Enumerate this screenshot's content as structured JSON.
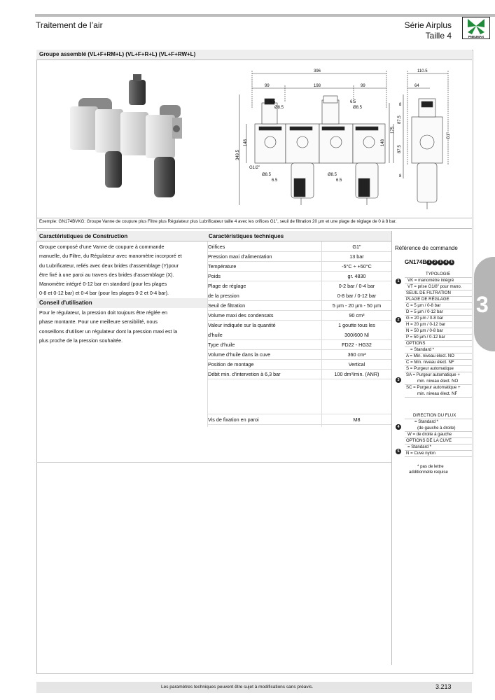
{
  "header": {
    "left_title": "Traitement de l’air",
    "serie": "Série Airplus",
    "taille": "Taille 4",
    "logo_text": "PNEUMAX"
  },
  "section_title": "Groupe assemblé (VL+F+RM+L) (VL+F+R+L) (VL+F+RW+L)",
  "drawing": {
    "front": {
      "d396": "396",
      "d99a": "99",
      "d198": "198",
      "d99b": "99",
      "d65a": "6.5",
      "d85a": "Ø8.5",
      "d65b": "6.5",
      "d85b": "Ø8.5",
      "d3495": "349.5",
      "d148a": "148",
      "d148b": "148",
      "d175": "175",
      "g12": "G1/2\"",
      "d85c": "Ø8.5",
      "d65c": "6.5",
      "d85d": "Ø8.5",
      "d65d": "6.5"
    },
    "side": {
      "d1105": "110.5",
      "d64": "64",
      "d8a": "8",
      "d875a": "87.5",
      "d875b": "87.5",
      "g1": "G1\"",
      "d8b": "8"
    }
  },
  "example": "Exemple: GN174BVKG: Groupe Vanne de coupure plus Filtre plus Régulateur plus Lubrificateur taille 4 avec les orifices G1\", seuil de filtration 20 µm et une plage de réglage de 0 à 8 bar.",
  "construction": {
    "title": "Caractéristiques de Construction",
    "lines": [
      "Groupe composé d’une Vanne de coupure à commande",
      "manuelle, du Filtre, du Régulateur avec manomètre incorporé et",
      "du Lubrificateur, reliés avec deux brides d’assemblage (Y)pour",
      "être fixé à une paroi au travers des brides d’assemblage (X).",
      "Manomètre intégré 0-12 bar en standard (pour les plages",
      "0-8 et 0-12 bar) et 0-4 bar (pour les plages 0-2 et 0-4 bar)."
    ]
  },
  "conseil": {
    "title": "Conseil d'utilisation",
    "lines": [
      "Pour le régulateur, la pression doit toujours être réglée en",
      "phase montante. Pour une meilleure sensibilité, nous",
      "conseillons d'utiliser un régulateur dont la pression maxi est la",
      "plus proche de la pression souhaitée."
    ]
  },
  "tech": {
    "title": "Caractéristiques techniques",
    "rows": [
      {
        "k": "Orifices",
        "v": "G1\""
      },
      {
        "k": "Pression maxi d’alimentation",
        "v": "13 bar"
      },
      {
        "k": "Température",
        "v": "-5°C ÷ +50°C"
      },
      {
        "k": "Poids",
        "v": "gr. 4830"
      },
      {
        "k": "Plage de réglage",
        "v": "0-2 bar / 0-4 bar"
      },
      {
        "k": "de la pression",
        "v": "0-8 bar / 0-12 bar"
      },
      {
        "k": "Seuil de filtration",
        "v": "5 µm - 20 µm - 50 µm"
      },
      {
        "k": "Volume maxi des condensats",
        "v": "90 cm³"
      },
      {
        "k": "Valeur indiquée sur la quantité",
        "v": "1 goutte tous les"
      },
      {
        "k": "d’huile",
        "v": "300/600 Nl"
      },
      {
        "k": "Type d’huile",
        "v": "FD22 - HG32"
      },
      {
        "k": "Volume d’huile dans la cuve",
        "v": "360 cm³"
      },
      {
        "k": "Position de montage",
        "v": "Vertical"
      },
      {
        "k": "Débit min. d’intervetion à 6,3 bar",
        "v": "100 dm³/min. (ANR)"
      },
      {
        "k": "Vis de fixation en paroi",
        "v": "M8"
      }
    ]
  },
  "reference": {
    "title": "Référence de commande",
    "code": "GN174B",
    "code_bullets": [
      "1",
      "2",
      "3",
      "4",
      "5"
    ],
    "groups": [
      {
        "bullet": "1",
        "lines": [
          "TYPOLOGIE",
          "VK = manomètre intégré",
          "VT = prise G1/8\" pour mano."
        ]
      },
      {
        "bullet": "2",
        "lines": [
          "SEUIL DE FILTRATION",
          "PLAGE DE RÉGLAGE",
          "C = 5 µm / 0-8 bar",
          "D = 5 µm / 0-12 bar",
          "G = 20 µm / 0-8 bar",
          "H = 20 µm / 0-12 bar",
          "N = 50 µm / 0-8 bar",
          "P = 50 µm / 0-12 bar"
        ]
      },
      {
        "bullet": "3",
        "lines": [
          "OPTIONS",
          "= Standard *",
          "A = Min. niveau élect. NO",
          "C = Min. niveau élect. NF",
          "S = Purgeur automatique",
          "SA = Purgeur automatique +",
          "min. niveau élect. NO",
          "SC = Purgeur automatique +",
          "min. niveau élect. NF"
        ]
      },
      {
        "bullet": "4",
        "lines": [
          "DIRECTION DU FLUX",
          "= Standard *",
          "(de gauche à droite)",
          "W = de droite à gauche"
        ]
      },
      {
        "bullet": "5",
        "lines": [
          "OPTIONS DE LA CUVE",
          "= Standard *",
          "N = Cuve nylon"
        ]
      }
    ],
    "note1": "* pas de lettre",
    "note2": "additionnelle requise"
  },
  "side_tab": "3",
  "footer": "Les paramètres techniques peuvent être sujet à modifications sans préavis.",
  "page_number": "3.213"
}
